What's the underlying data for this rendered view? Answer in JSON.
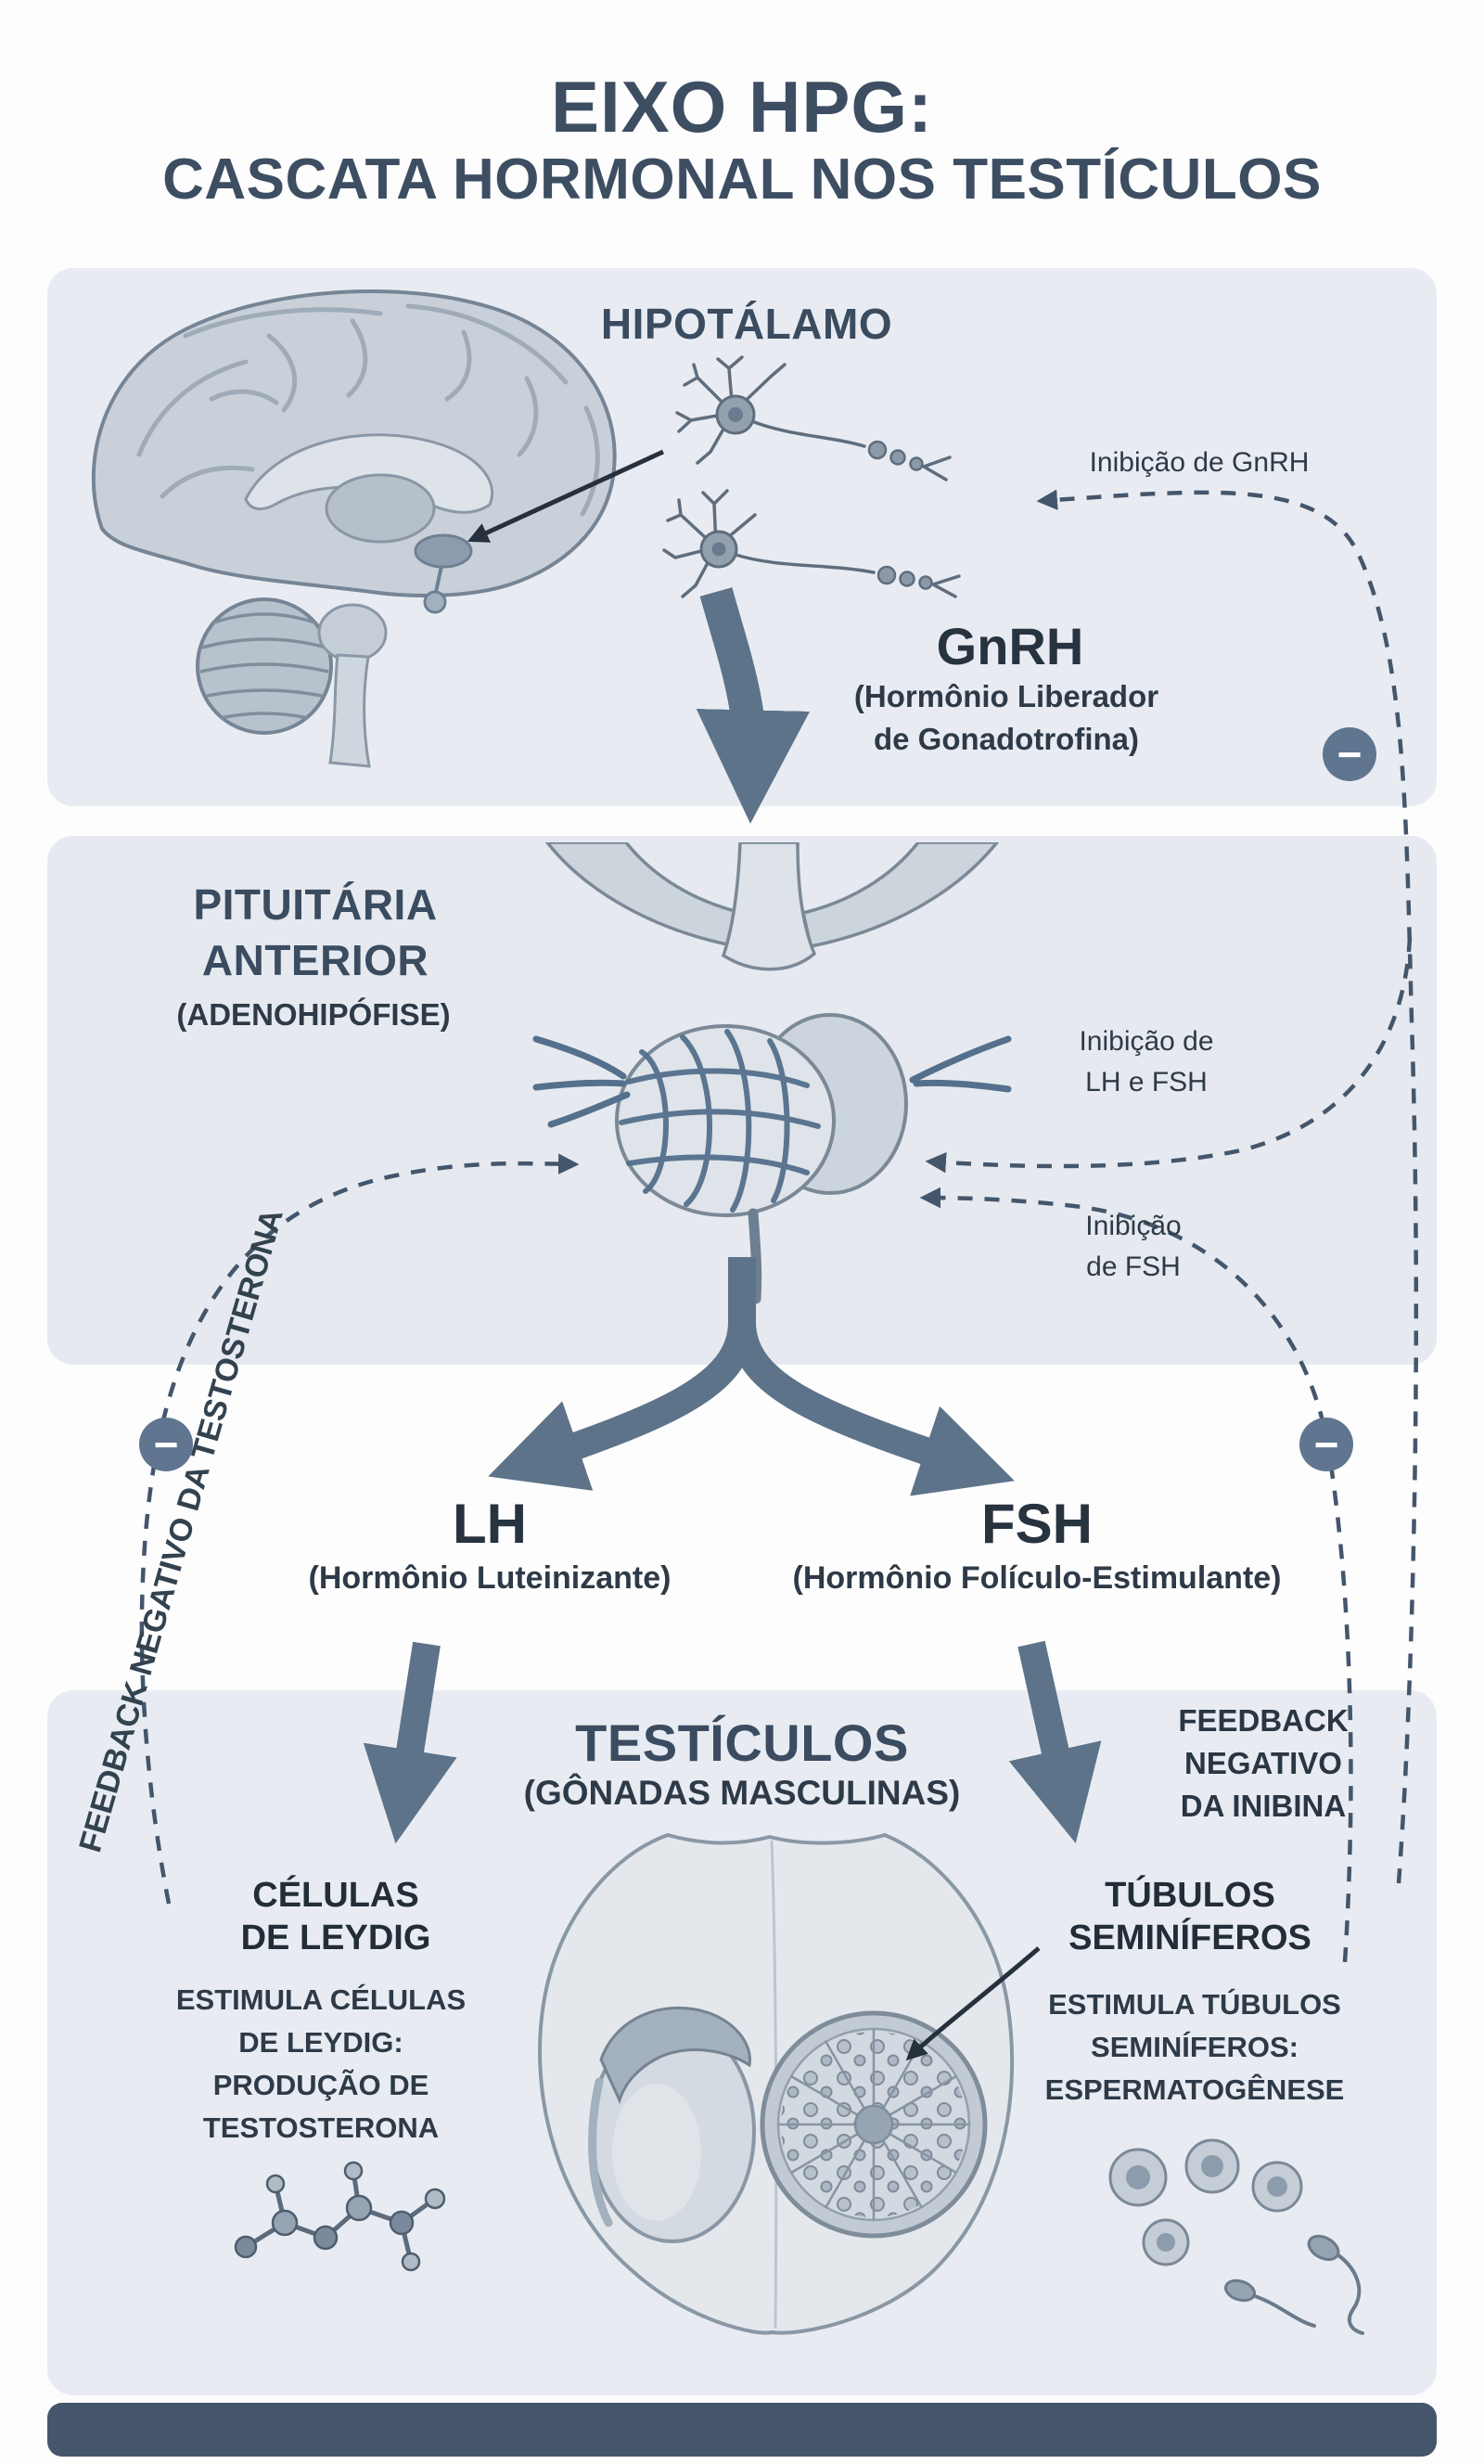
{
  "title": {
    "line1": "EIXO HPG:",
    "line2": "CASCATA HORMONAL NOS TESTÍCULOS"
  },
  "sections": {
    "hypothalamus": {
      "heading": "HIPOTÁLAMO",
      "hormone": "GnRH",
      "hormone_sub1": "(Hormônio Liberador",
      "hormone_sub2": "de Gonadotrofina)",
      "inhibition_label": "Inibição de GnRH"
    },
    "pituitary": {
      "heading_line1": "PITUITÁRIA",
      "heading_line2": "ANTERIOR",
      "subheading": "(ADENOHIPÓFISE)",
      "inhibition_lh_fsh_line1": "Inibição de",
      "inhibition_lh_fsh_line2": "LH e FSH",
      "inhibition_fsh_line1": "Inibição",
      "inhibition_fsh_line2": "de FSH"
    },
    "gonadotropins": {
      "lh": "LH",
      "lh_subtitle": "(Hormônio Luteinizante)",
      "fsh": "FSH",
      "fsh_subtitle": "(Hormônio Folículo-Estimulante)"
    },
    "testes": {
      "heading": "TESTÍCULOS",
      "subheading": "(GÔNADAS MASCULINAS)",
      "leydig_title_line1": "CÉLULAS",
      "leydig_title_line2": "DE LEYDIG",
      "leydig_desc_line1": "ESTIMULA CÉLULAS",
      "leydig_desc_line2": "DE LEYDIG:",
      "leydig_desc_line3": "PRODUÇÃO DE",
      "leydig_desc_line4": "TESTOSTERONA",
      "tubules_title_line1": "TÚBULOS",
      "tubules_title_line2": "SEMINÍFEROS",
      "tubules_desc_line1": "ESTIMULA TÚBULOS",
      "tubules_desc_line2": "SEMINÍFEROS:",
      "tubules_desc_line3": "ESPERMATOGÊNESE"
    }
  },
  "feedback": {
    "testosterone_label": "FEEDBACK NEGATIVO DA TESTOSTERONA",
    "inhibin_label_line1": "FEEDBACK",
    "inhibin_label_line2": "NEGATIVO",
    "inhibin_label_line3": "DA INIBINA",
    "minus_symbol": "−"
  },
  "colors": {
    "accent_arrow": "#5d7389",
    "panel_background": "#e8ecf2",
    "heading_text": "#3b4c60",
    "body_text": "#2e3a47",
    "footer_bar": "#45566c"
  }
}
